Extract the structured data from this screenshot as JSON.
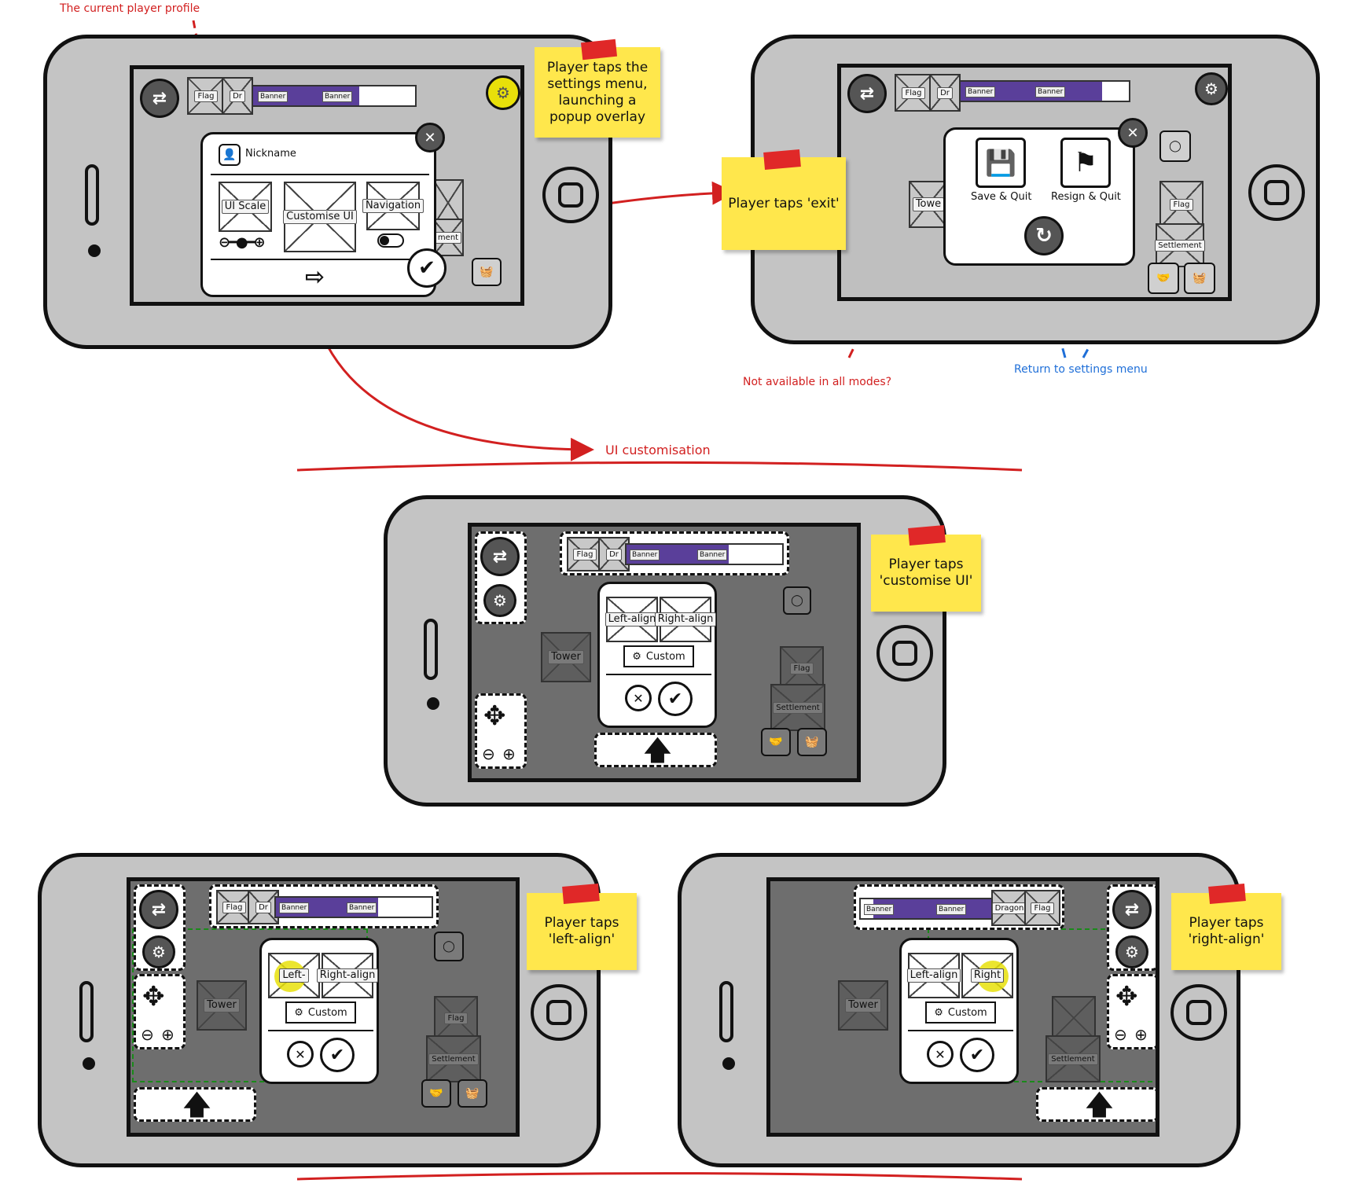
{
  "annotations": {
    "current_player_profile": "The current player profile",
    "not_available": "Not available in all modes?",
    "return_to_settings": "Return to settings menu",
    "ui_customisation": "UI customisation"
  },
  "stickies": {
    "settings": "Player taps the settings menu, launching a popup overlay",
    "exit": "Player taps 'exit'",
    "customise": "Player taps 'customise UI'",
    "left_align": "Player taps 'left-align'",
    "right_align": "Player taps 'right-align'"
  },
  "hud": {
    "flag": "Flag",
    "dragon_short": "Dr",
    "dragon": "Dragon",
    "banner": "Banner",
    "tower": "Tower",
    "settlement": "Settlement",
    "settlement_short": "ment",
    "tower_short": "Towe"
  },
  "settings_popup": {
    "nickname": "Nickname",
    "ui_scale": "UI Scale",
    "customise_ui": "Customise UI",
    "navigation": "Navigation"
  },
  "exit_popup": {
    "save_quit": "Save & Quit",
    "resign_quit": "Resign & Quit"
  },
  "customise_popup": {
    "left_align": "Left-align",
    "right_align": "Right-align",
    "left_short": "Left-",
    "right_short": "Right",
    "custom": "Custom"
  },
  "colors": {
    "banner_purple": "#5a3f9a",
    "sticky_yellow": "#ffe74c",
    "arrow_red": "#d22020",
    "arrow_blue": "#1f6fd8",
    "highlight_yellow": "#e8e00a"
  },
  "icons": [
    "swap-icon",
    "gear-icon",
    "close-icon",
    "check-icon",
    "exit-icon",
    "save-icon",
    "flag-icon",
    "undo-icon",
    "user-icon",
    "dpad-icon",
    "zoom-out-icon",
    "zoom-in-icon",
    "basket-icon",
    "handshake-icon",
    "stone-icon",
    "up-arrow-icon"
  ]
}
